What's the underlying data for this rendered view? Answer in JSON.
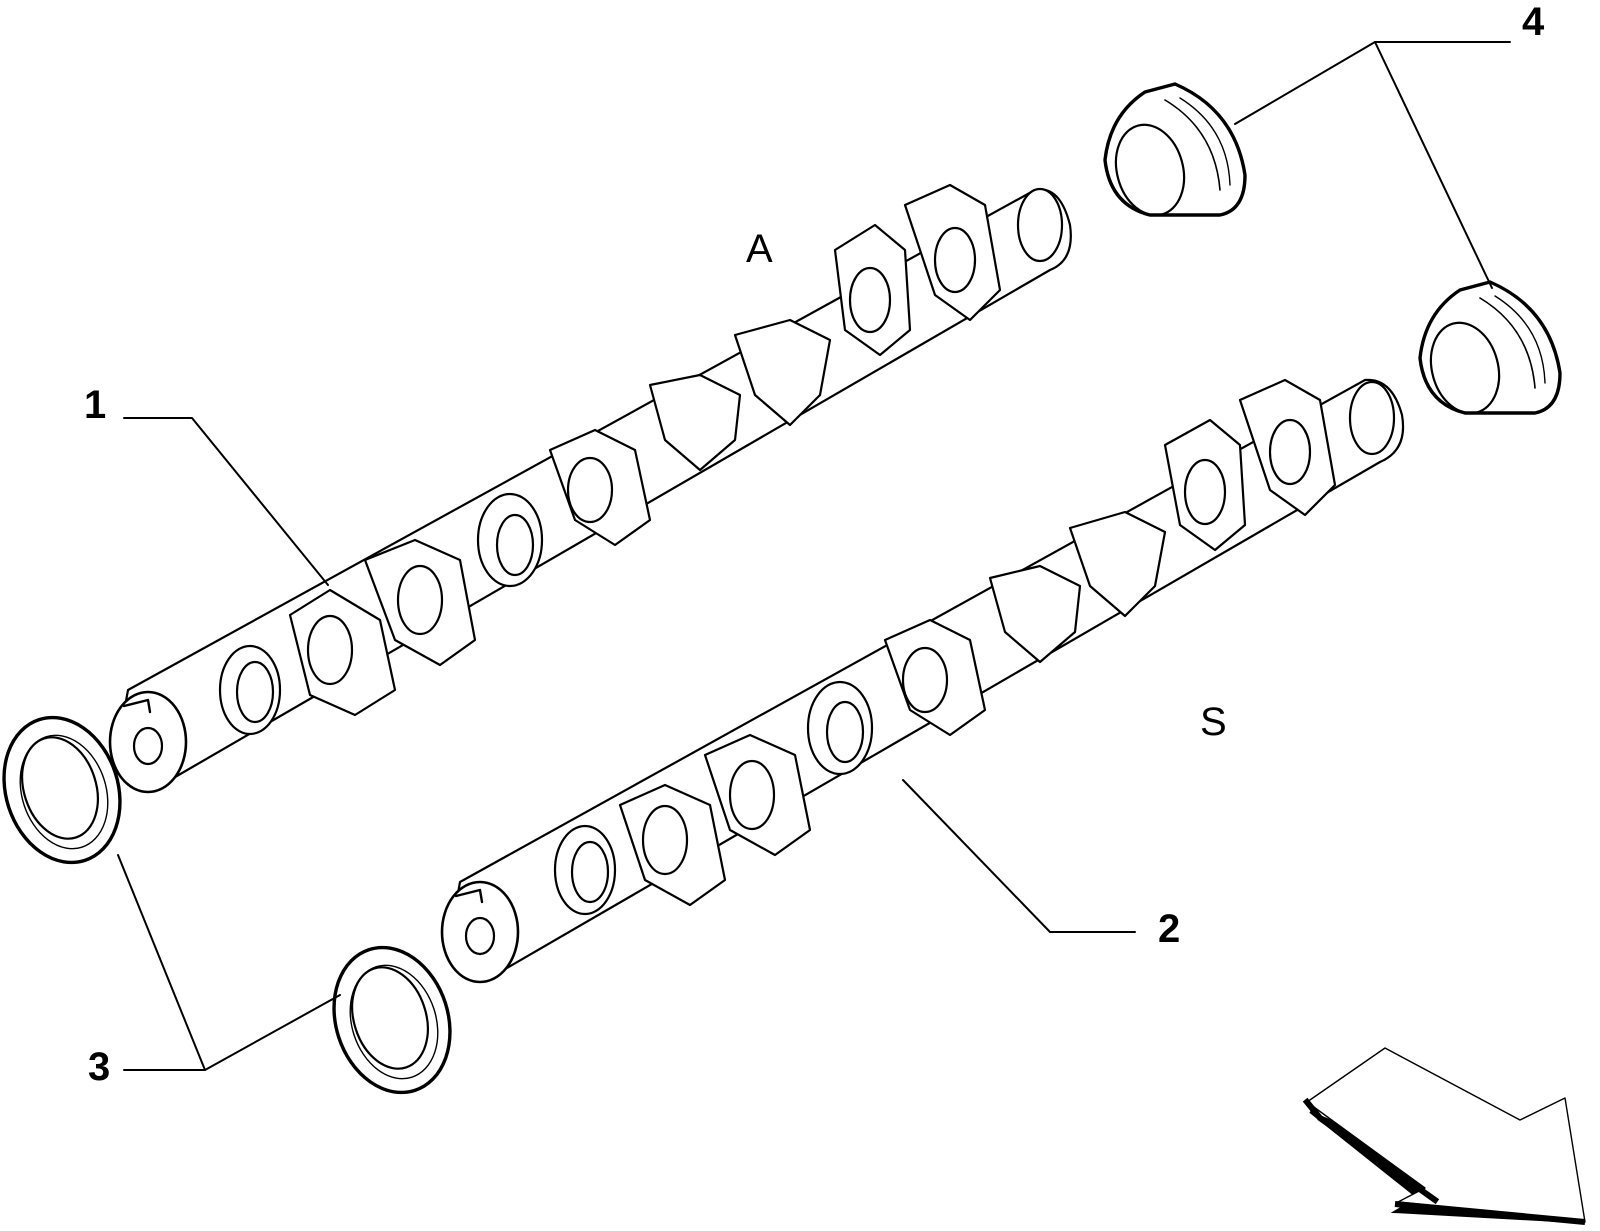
{
  "labels": {
    "part_1": "1",
    "part_2": "2",
    "part_3": "3",
    "part_4": "4",
    "shaft_a": "A",
    "shaft_s": "S"
  },
  "colors": {
    "ink": "#000000",
    "paper": "#ffffff"
  },
  "icons": {
    "direction_arrow": "arrow-down-right-icon"
  }
}
